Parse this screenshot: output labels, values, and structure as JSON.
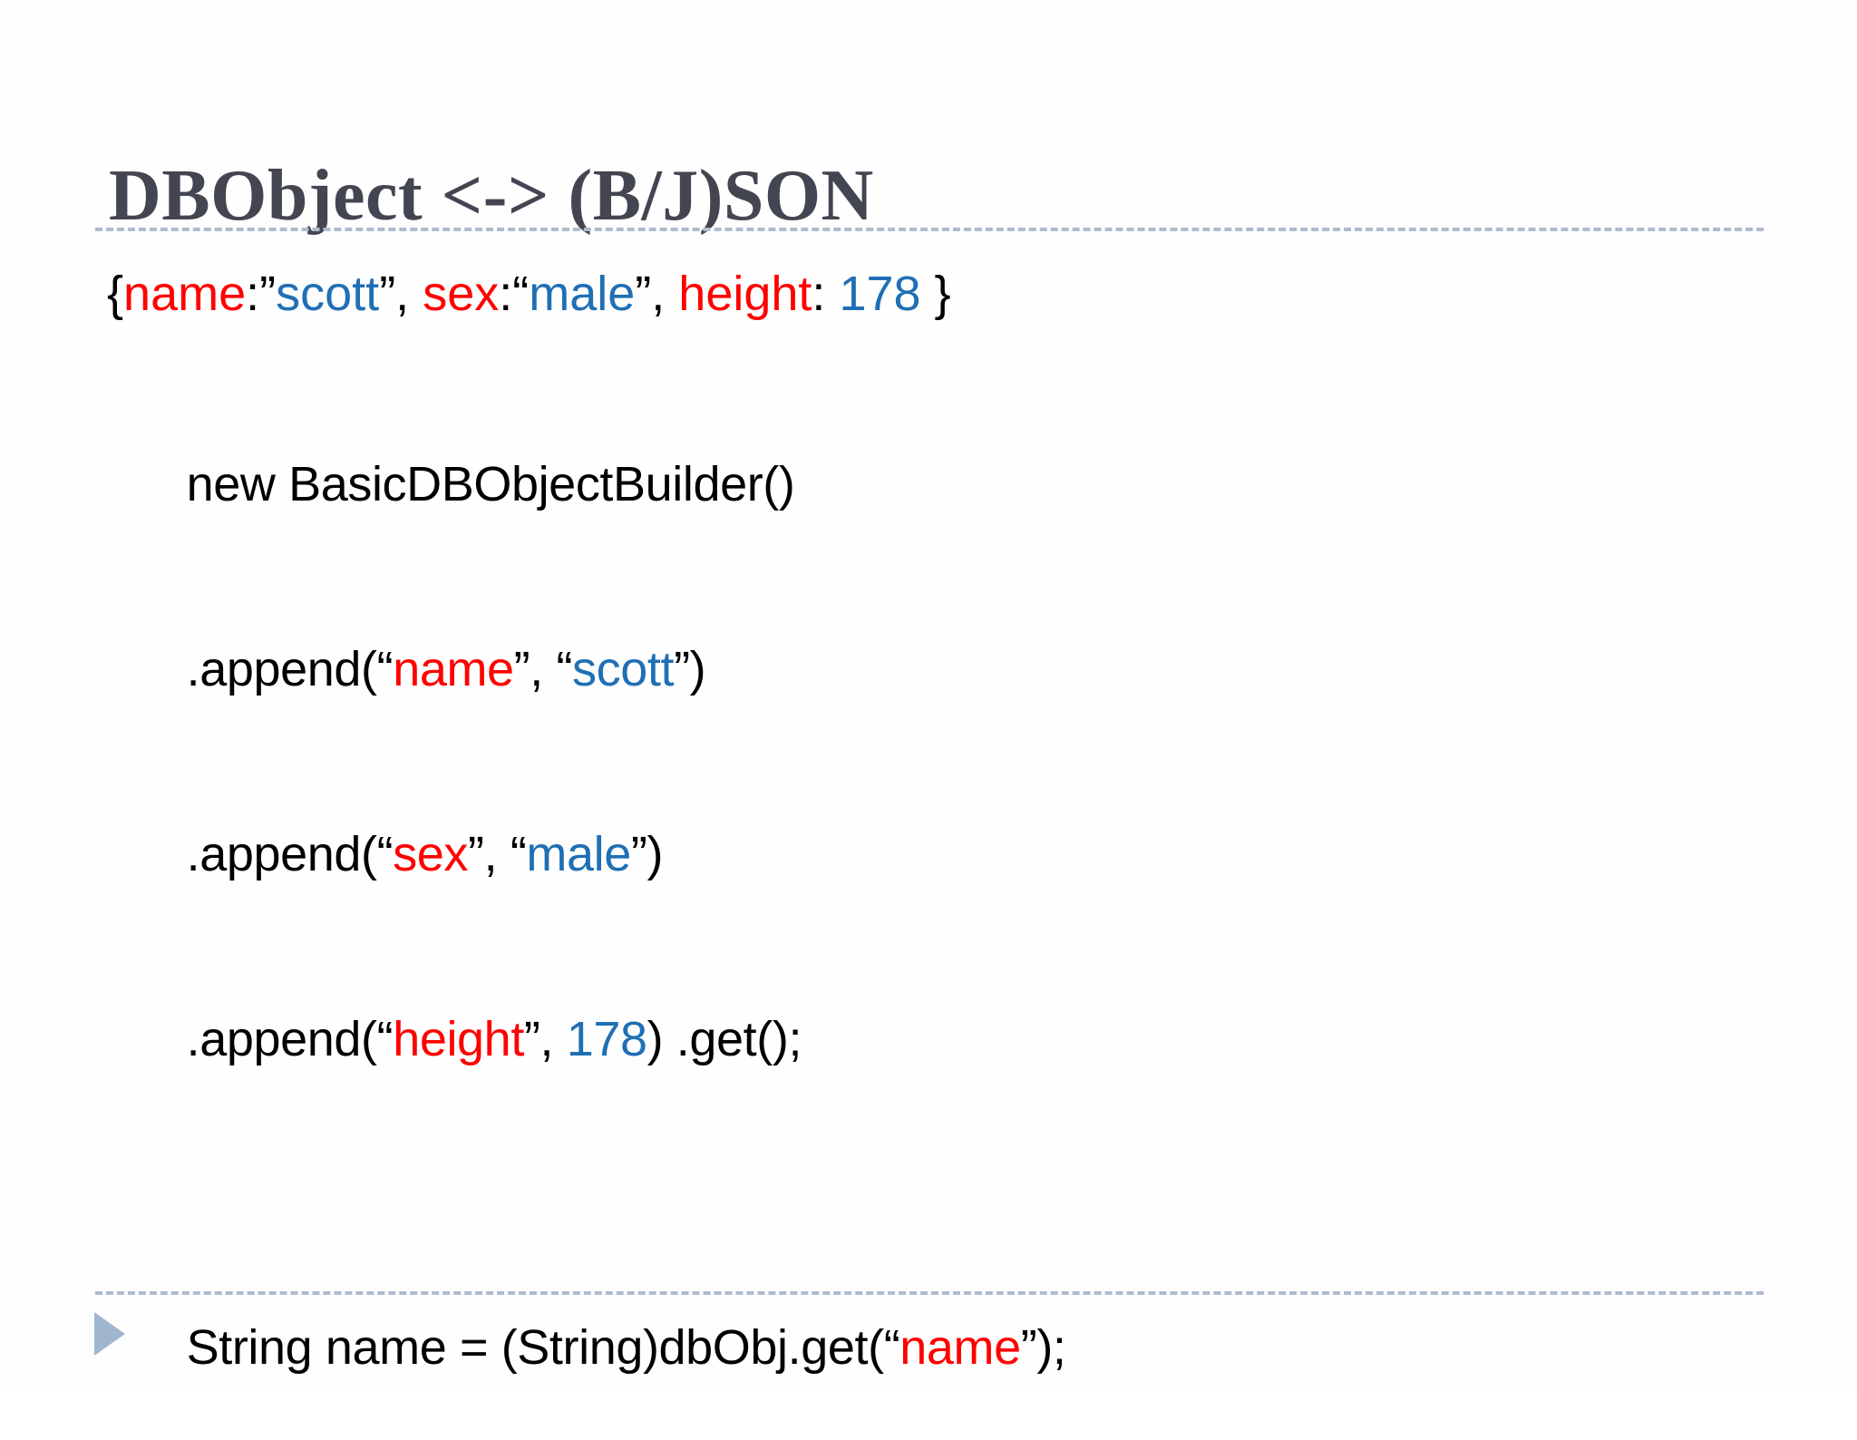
{
  "slide": {
    "title": "DBObject <-> (B/J)SON",
    "background_color": "#FEFEFE",
    "title_color": "#434651",
    "rule_color": "#AEBCCF",
    "triangle_color": "#9FB6CE"
  },
  "palette": {
    "key_color": "#FF0000",
    "value_color": "#1F6FB5",
    "punct_color": "#000000"
  },
  "json_line": {
    "brace_open": "{",
    "key1": "name",
    "colon1": ":”",
    "val1": "scott",
    "sep1": "”, ",
    "key2": "sex",
    "colon2": ":“",
    "val2": "male",
    "sep2": "”, ",
    "key3": "height",
    "colon3": ": ",
    "val3": "178",
    "brace_close": " }"
  },
  "code": {
    "line1": "new BasicDBObjectBuilder()",
    "line2": {
      "pre": ".append(“",
      "key": "name",
      "mid": "”, “",
      "val": "scott",
      "post": "”)"
    },
    "line3": {
      "pre": ".append(“",
      "key": "sex",
      "mid": "”, “",
      "val": "male",
      "post": "”)"
    },
    "line4": {
      "pre": ".append(“",
      "key": "height",
      "mid": "”, ",
      "val": "178",
      "post": ") .get();"
    },
    "line5": {
      "pre": "String name = (String)dbObj.get(“",
      "key": "name",
      "post": "”);"
    }
  }
}
